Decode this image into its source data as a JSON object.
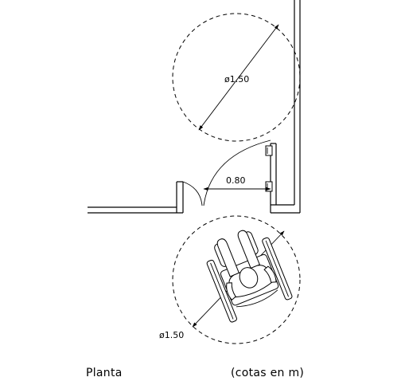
{
  "labels": {
    "upper_circle_diameter": "ø1.50",
    "lower_circle_diameter": "ø1.50",
    "door_clear_width": "0.80",
    "caption_left": "Planta",
    "caption_right": "(cotas en m)"
  }
}
